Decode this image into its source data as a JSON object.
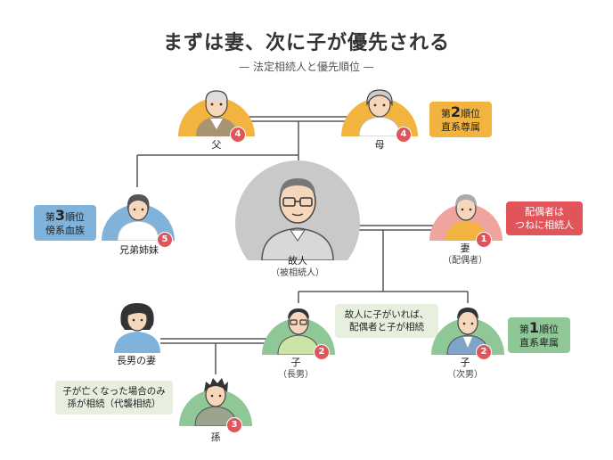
{
  "title": "まずは妻、次に子が優先される",
  "subtitle": "— 法定相続人と優先順位 —",
  "people": {
    "father": {
      "label": "父",
      "rank": "4"
    },
    "mother": {
      "label": "母",
      "rank": "4"
    },
    "deceased": {
      "label": "故人",
      "sub": "（被相続人）"
    },
    "sibling": {
      "label": "兄弟姉妹",
      "rank": "5"
    },
    "spouse": {
      "label": "妻",
      "sub": "（配偶者）",
      "rank": "1"
    },
    "eldest_wife": {
      "label": "長男の妻"
    },
    "eldest_son": {
      "label": "子",
      "sub": "（長男）",
      "rank": "2"
    },
    "second_son": {
      "label": "子",
      "sub": "（次男）",
      "rank": "2"
    },
    "grandchild": {
      "label": "孫",
      "rank": "3"
    }
  },
  "tags": {
    "rank2": {
      "pre": "第",
      "num": "2",
      "post": "順位",
      "line2": "直系尊属"
    },
    "rank3": {
      "pre": "第",
      "num": "3",
      "post": "順位",
      "line2": "傍系血族"
    },
    "rank1": {
      "pre": "第",
      "num": "1",
      "post": "順位",
      "line2": "直系卑属"
    },
    "spouse_note": {
      "line1": "配偶者は",
      "line2": "つねに相続人"
    }
  },
  "notes": {
    "children": {
      "line1": "故人に子がいれば、",
      "line2": "配偶者と子が相続"
    },
    "grandchild": {
      "line1": "子が亡くなった場合のみ",
      "line2": "孫が相続（代襲相続）"
    }
  },
  "colors": {
    "orange": "#f3b43f",
    "blue": "#7fb3dc",
    "green": "#8fc796",
    "red": "#e0545a",
    "gray": "#c9c9c9",
    "line": "#555555"
  }
}
